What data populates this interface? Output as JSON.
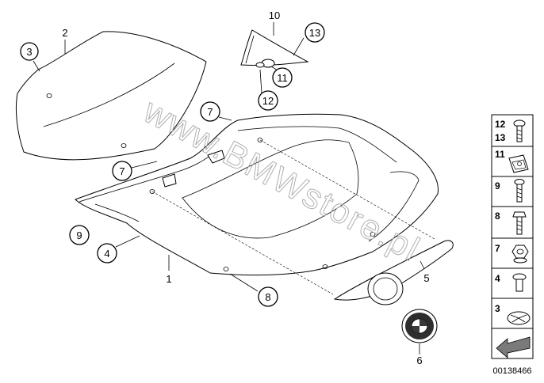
{
  "diagram": {
    "callouts": {
      "c1": "1",
      "c2": "2",
      "c3": "3",
      "c4": "4",
      "c5": "5",
      "c6": "6",
      "c7a": "7",
      "c7b": "7",
      "c8": "8",
      "c9": "9",
      "c10": "10",
      "c11": "11",
      "c12": "12",
      "c13": "13"
    },
    "watermark": "www.BMWstore.pl",
    "side_panel": {
      "cells": [
        {
          "label_top": "12",
          "label_bottom": "13",
          "icon": "long-screw-icon"
        },
        {
          "label": "11",
          "icon": "clip-nut-icon"
        },
        {
          "label": "9",
          "icon": "screw-icon"
        },
        {
          "label": "8",
          "icon": "screw-icon"
        },
        {
          "label": "7",
          "icon": "hex-nut-icon"
        },
        {
          "label": "4",
          "icon": "push-rivet-icon"
        },
        {
          "label": "3",
          "icon": "star-clip-icon"
        },
        {
          "label": "",
          "icon": "arrow-icon"
        }
      ]
    },
    "reference_number": "00138466"
  }
}
